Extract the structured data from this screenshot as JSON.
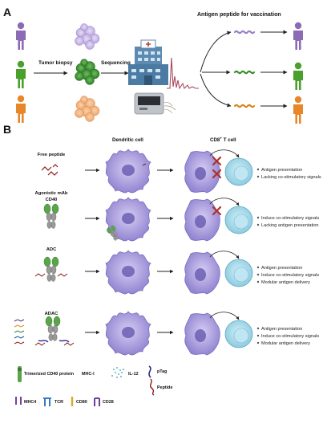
{
  "panels": {
    "a": {
      "letter": "A",
      "step_biopsy": "Tumor biopsy",
      "step_sequencing": "Sequencing",
      "vaccine_title": "Antigen peptide for vaccination"
    },
    "b": {
      "letter": "B",
      "col_dendritic": "Dendritic cell",
      "col_tcell": "T cell",
      "col_tcell_prefix": "CD8",
      "col_tcell_sup": "+",
      "rows": [
        {
          "label_lines": [
            "Free peptide"
          ],
          "outcomes": [
            "Antigen presentation",
            "Lacking co-stimulatory signals"
          ]
        },
        {
          "label_lines": [
            "Agonistic mAb",
            "CD40"
          ],
          "outcomes": [
            "Induce co-stimulatory signals",
            "Lacking antigen presentation"
          ]
        },
        {
          "label_lines": [
            "ADC"
          ],
          "outcomes": [
            "Antigen presentation",
            "Induce co-stimulatory signals",
            "Modular antigen delivery"
          ]
        },
        {
          "label_lines": [
            "ADAC"
          ],
          "outcomes": [
            "Antigen presentation",
            "Induce co-stimulatory signals",
            "Modular antigen delivery"
          ]
        }
      ]
    }
  },
  "legend": {
    "cd40": "Trimerized CD40 protein",
    "mhc1": "MHC-I",
    "il12": "IL-12",
    "ptag": "pTag",
    "peptide": "Peptide",
    "mhc2": "MHC4",
    "tcr": "TCR",
    "cd80": "CD80",
    "cd28": "CD28"
  },
  "colors": {
    "patient_purple": "#8b6bb5",
    "patient_green": "#4aa02c",
    "patient_orange": "#e8862a",
    "cell_purple": "#c6b6e6",
    "cell_green": "#3f8f3a",
    "cell_orange": "#f3b27c",
    "dendritic": "#a79bd9",
    "tcell": "#a6d9ea",
    "antibody_green": "#5aa54a",
    "antibody_gray": "#9a9a9a",
    "peptide_red": "#8b1a1a",
    "cross_red": "#b0302a",
    "arrow": "#222222"
  }
}
